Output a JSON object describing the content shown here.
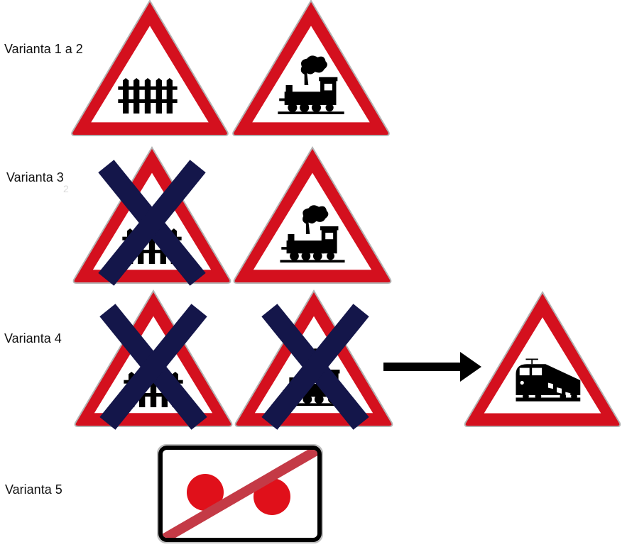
{
  "rows": [
    {
      "label": "Varianta 1 a 2"
    },
    {
      "label": "Varianta 3"
    },
    {
      "label": "Varianta 4"
    },
    {
      "label": "Varianta 5"
    }
  ],
  "ghost_text": "2",
  "colors": {
    "sign_red": "#d4101e",
    "cross_navy": "#14164a",
    "arrow": "#000000",
    "plate_band": "#c43a46"
  },
  "icons": [
    "barrier-fence-icon",
    "steam-locomotive-icon",
    "electric-train-icon",
    "right-arrow-icon"
  ]
}
